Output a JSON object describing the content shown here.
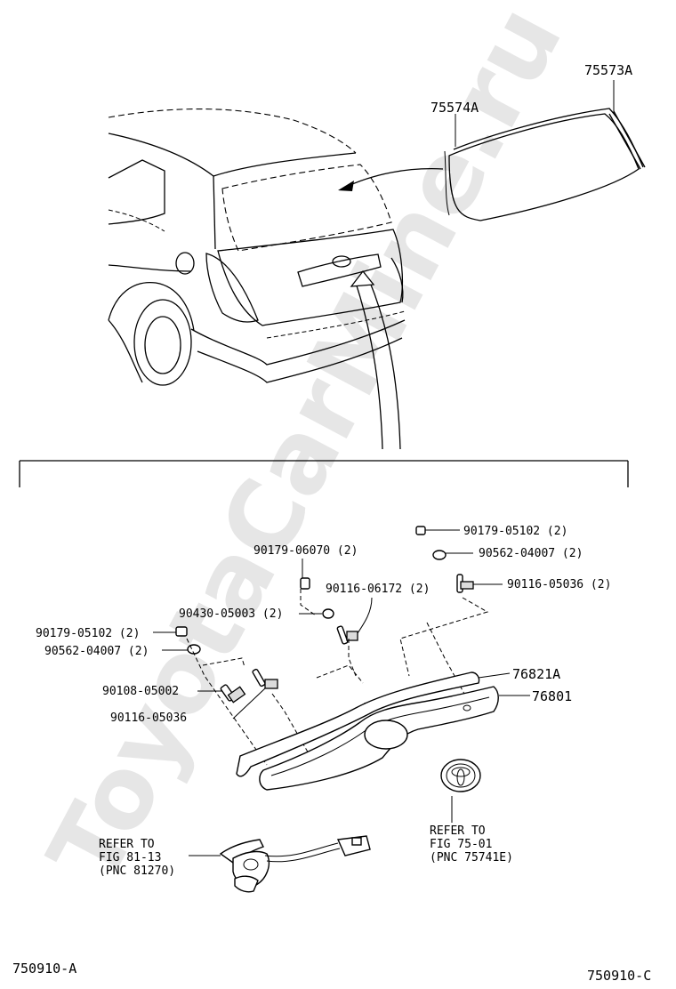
{
  "watermark": "ToyotaCarMine.ru",
  "parts": {
    "p75573A": "75573A",
    "p75574A": "75574A",
    "p90179_05102_top": "90179-05102 (2)",
    "p90562_04007_top": "90562-04007 (2)",
    "p90116_05036_top": "90116-05036 (2)",
    "p90179_06070": "90179-06070 (2)",
    "p90116_06172": "90116-06172 (2)",
    "p90430_05003": "90430-05003 (2)",
    "p90179_05102_left": "90179-05102 (2)",
    "p90562_04007_left": "90562-04007 (2)",
    "p90108_05002": "90108-05002",
    "p90116_05036_left": "90116-05036",
    "p76821A": "76821A",
    "p76801": "76801"
  },
  "refer_right": {
    "line1": "REFER TO",
    "line2": "FIG 75-01",
    "line3": "(PNC 75741E)"
  },
  "refer_left": {
    "line1": "REFER TO",
    "line2": "FIG 81-13",
    "line3": "(PNC 81270)"
  },
  "footer": {
    "left_code": "750910-A",
    "right_code": "750910-C"
  }
}
